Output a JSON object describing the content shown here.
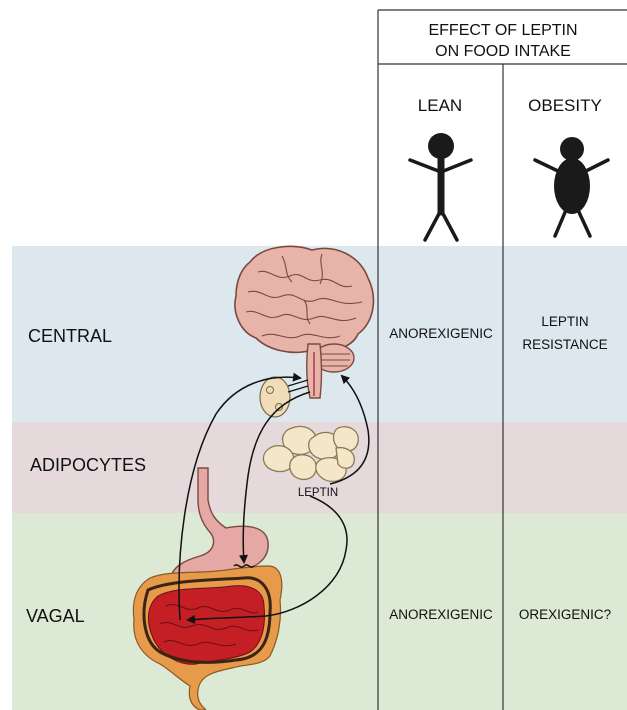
{
  "header": {
    "title_line1": "EFFECT OF LEPTIN",
    "title_line2": "ON FOOD INTAKE"
  },
  "columns": {
    "lean": "LEAN",
    "obesity": "OBESITY"
  },
  "rows": [
    {
      "label": "CENTRAL",
      "lean": "ANOREXIGENIC",
      "obesity_line1": "LEPTIN",
      "obesity_line2": "RESISTANCE"
    },
    {
      "label": "ADIPOCYTES",
      "lean": "",
      "obesity_line1": "",
      "obesity_line2": ""
    },
    {
      "label": "VAGAL",
      "lean": "ANOREXIGENIC",
      "obesity_line1": "OREXIGENIC?",
      "obesity_line2": ""
    }
  ],
  "diagram": {
    "leptin_label": "LEPTIN"
  },
  "colors": {
    "central_band": "#dce8ee",
    "adipocytes_band": "#e6d9dc",
    "vagal_band": "#dce9d5",
    "brain": "#e8b3a8",
    "brain_outline": "#7a4a40",
    "stomach": "#e5a8a5",
    "small_intestine": "#c31f25",
    "large_intestine": "#e69a4a",
    "fat_cell": "#f4e7c8",
    "figure": "#1a1a1a"
  }
}
